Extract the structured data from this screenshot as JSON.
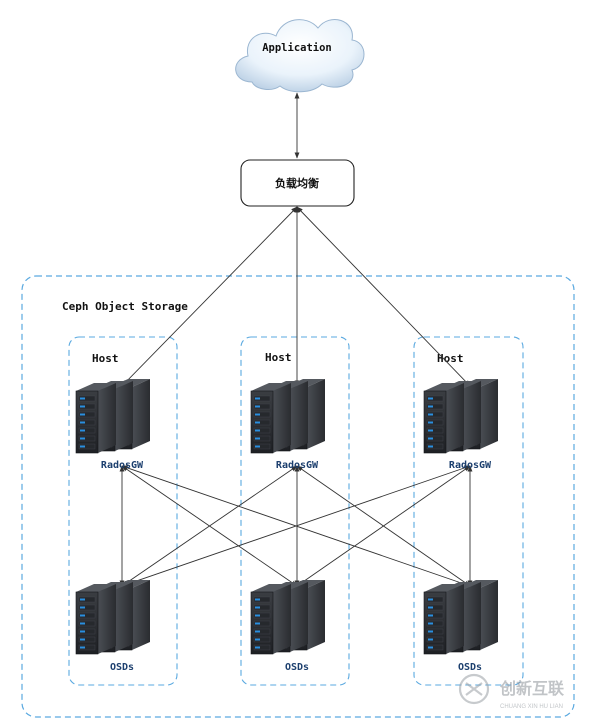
{
  "cloud": {
    "label": "Application"
  },
  "load_balancer": {
    "label": "负载均衡"
  },
  "cluster": {
    "label": "Ceph Object Storage"
  },
  "hosts": [
    {
      "label": "Host",
      "gateway_label": "RadosGW",
      "osd_label": "OSDs"
    },
    {
      "label": "Host",
      "gateway_label": "RadosGW",
      "osd_label": "OSDs"
    },
    {
      "label": "Host",
      "gateway_label": "RadosGW",
      "osd_label": "OSDs"
    }
  ],
  "watermark": {
    "title": "创新互联",
    "subtitle": "CHUANG XIN HU LIAN"
  },
  "colors": {
    "dashed_border": "#5aa9e0",
    "server_body": "#2f3236",
    "server_led": "#2a8fe0",
    "node_label": "#1c3f6e",
    "arrow": "#333333"
  }
}
